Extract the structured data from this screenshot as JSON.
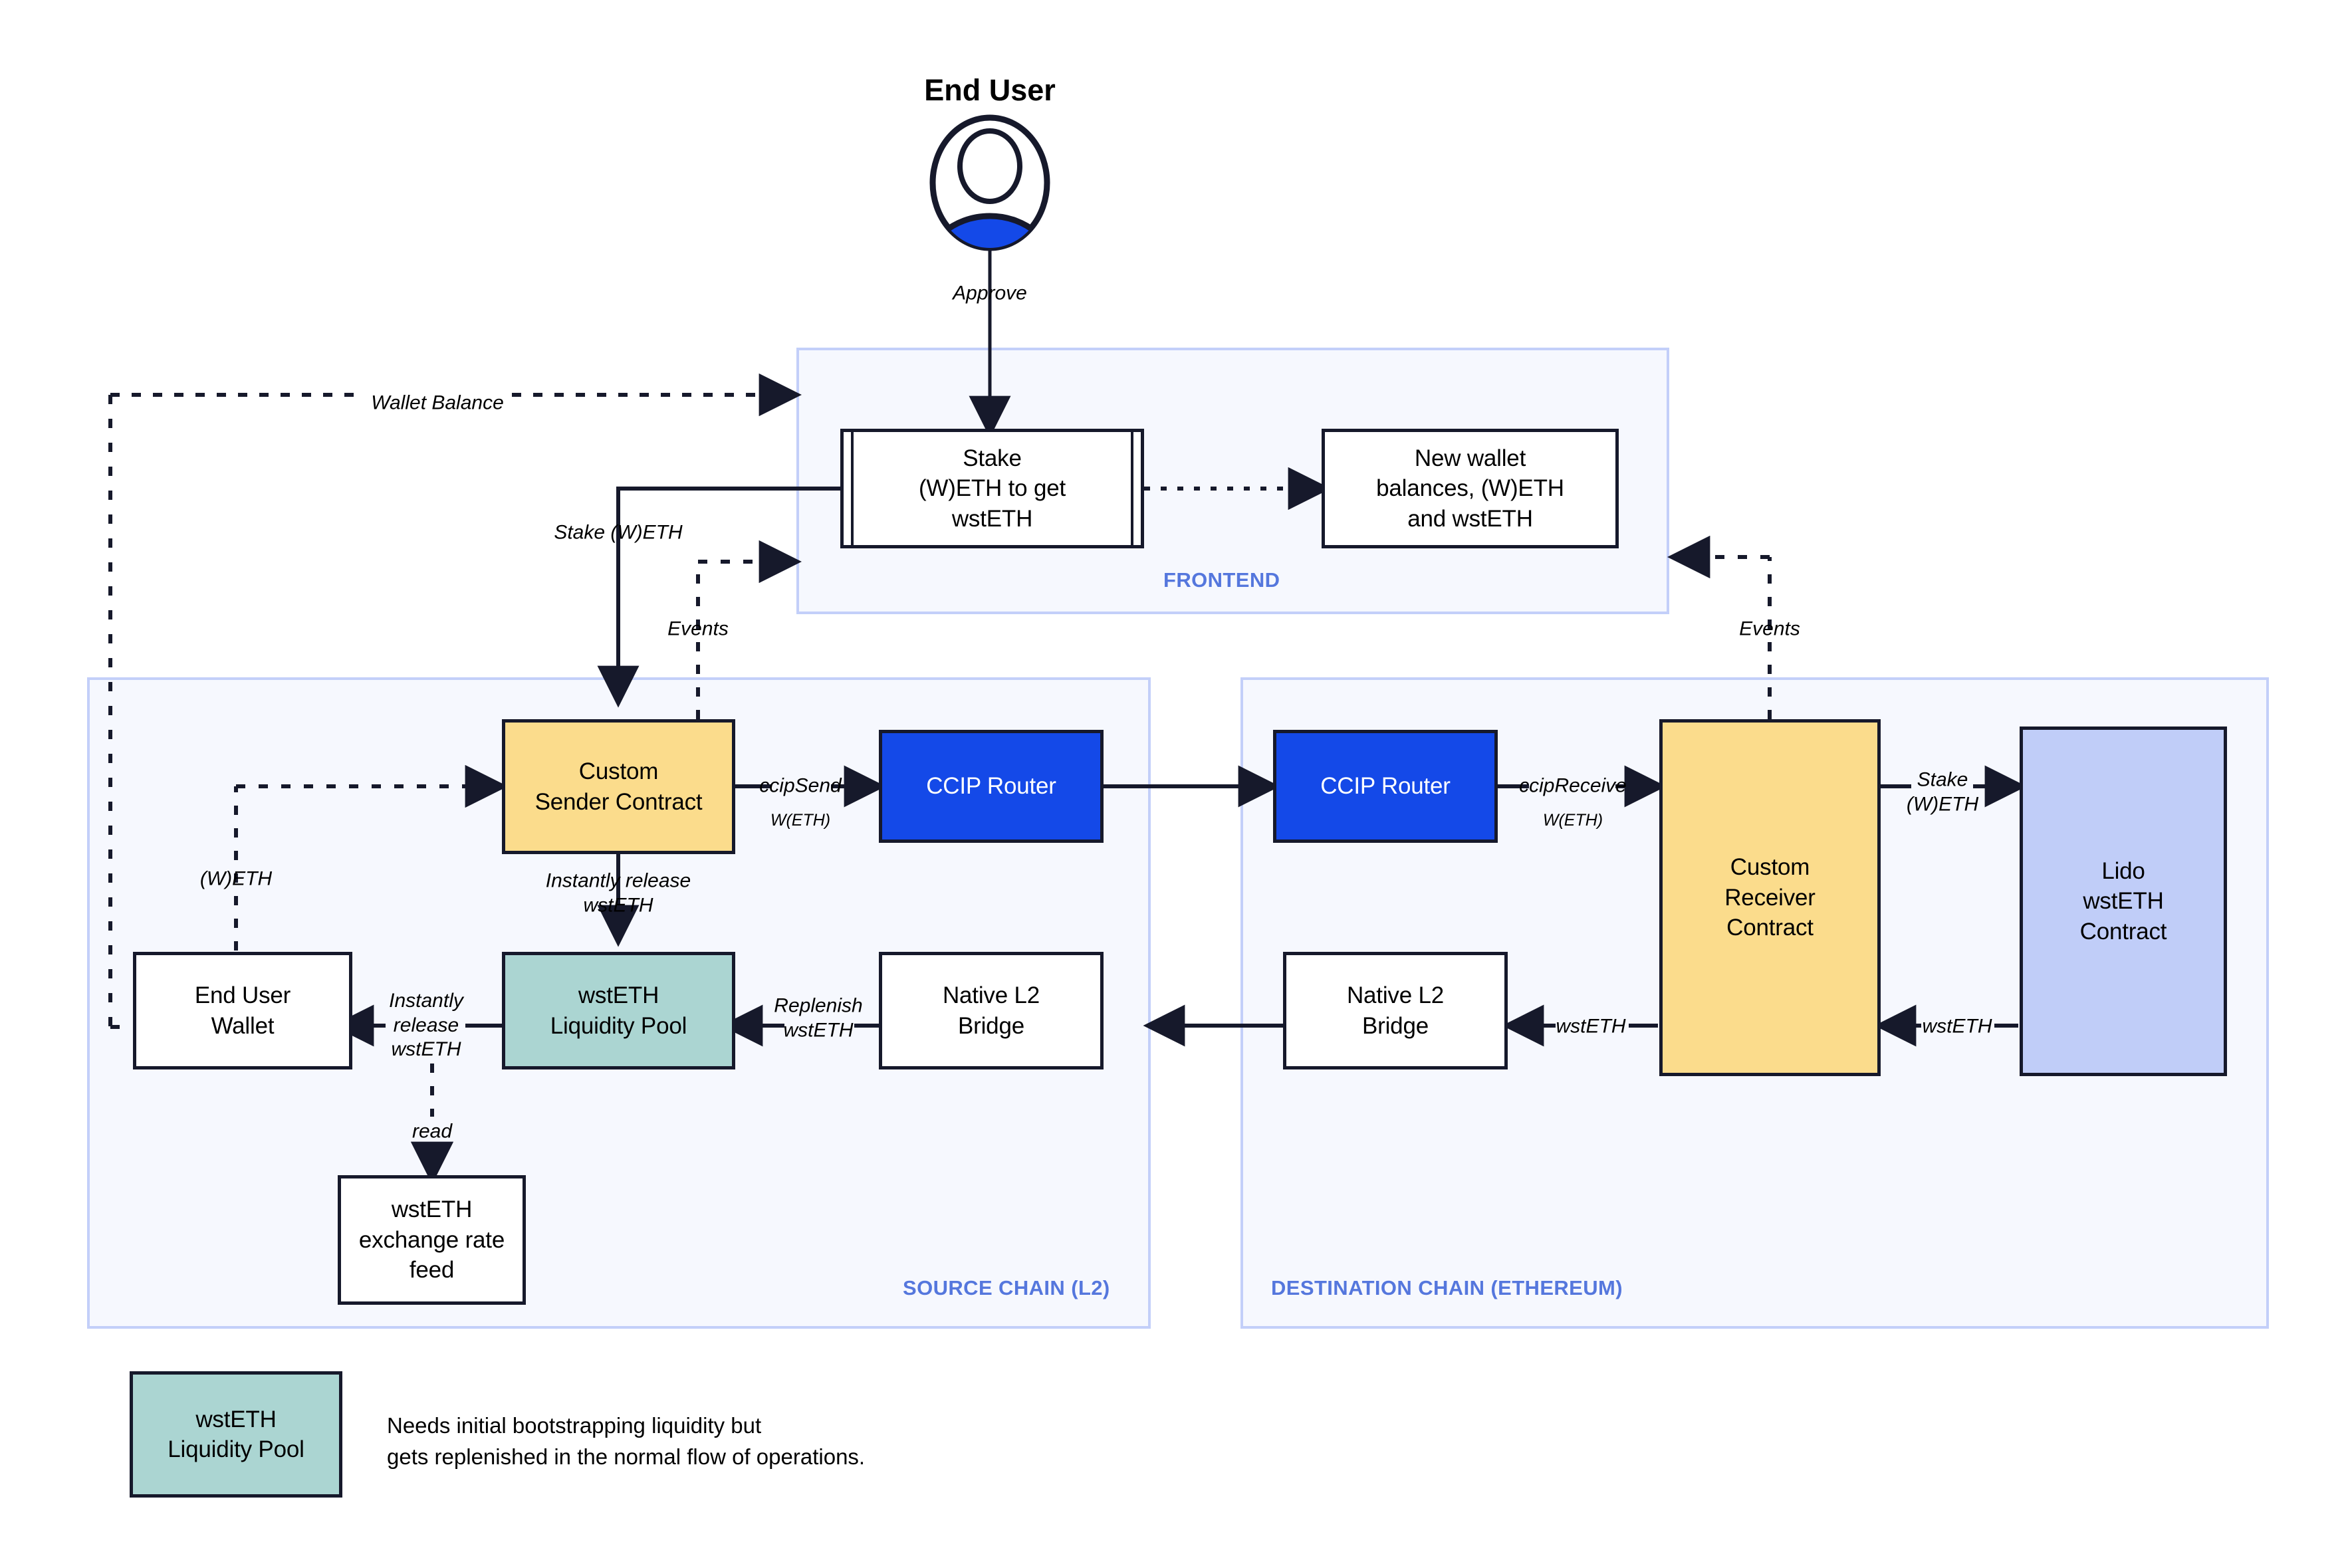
{
  "diagram": {
    "title": "End User",
    "actor_icon": "user-avatar-icon"
  },
  "groups": [
    {
      "id": "frontend",
      "label": "FRONTEND"
    },
    {
      "id": "source",
      "label": "SOURCE CHAIN (L2)"
    },
    {
      "id": "destination",
      "label": "DESTINATION CHAIN (ETHEREUM)"
    }
  ],
  "nodes": {
    "stake_form": "Stake\n(W)ETH to get\nwstETH",
    "new_balances": "New wallet\nbalances, (W)ETH\nand wstETH",
    "sender_contract": "Custom\nSender Contract",
    "ccip_router_src": "CCIP Router",
    "ccip_router_dst": "CCIP Router",
    "receiver_contract": "Custom\nReceiver\nContract",
    "lido_contract": "Lido\nwstETH\nContract",
    "end_user_wallet": "End User\nWallet",
    "liquidity_pool": "wstETH\nLiquidity Pool",
    "native_bridge_src": "Native L2\nBridge",
    "native_bridge_dst": "Native L2\nBridge",
    "rate_feed": "wstETH\nexchange rate\nfeed"
  },
  "edges": {
    "approve": "Approve",
    "wallet_balance": "Wallet Balance",
    "stake_weth": "Stake (W)ETH",
    "events_left": "Events",
    "events_right": "Events",
    "weth": "(W)ETH",
    "ccip_send": "ccipSend",
    "ccip_send_sub": "W(ETH)",
    "ccip_receive": "ccipReceive",
    "ccip_receive_sub": "W(ETH)",
    "stake_weth_dest": "Stake\n(W)ETH",
    "instantly_release_wsteth_v": "Instantly release\nwstETH",
    "instantly_release_wsteth_h": "Instantly\nrelease\nwstETH",
    "replenish_wsteth": "Replenish\nwstETH",
    "wsteth_mid": "wstETH",
    "wsteth_right": "wstETH",
    "read": "read"
  },
  "legend": {
    "swatch_label": "wstETH\nLiquidity Pool",
    "note": "Needs initial bootstrapping liquidity but\ngets replenished in the normal flow of operations."
  },
  "colors": {
    "accent_blue": "#1449E8",
    "group_border": "#C3CFF9",
    "group_fill": "#F6F8FE",
    "group_label": "#5577DD",
    "yellow": "#FBDC8C",
    "teal": "#ABD5D2",
    "purple": "#C0CDF8",
    "stroke": "#16192b"
  }
}
